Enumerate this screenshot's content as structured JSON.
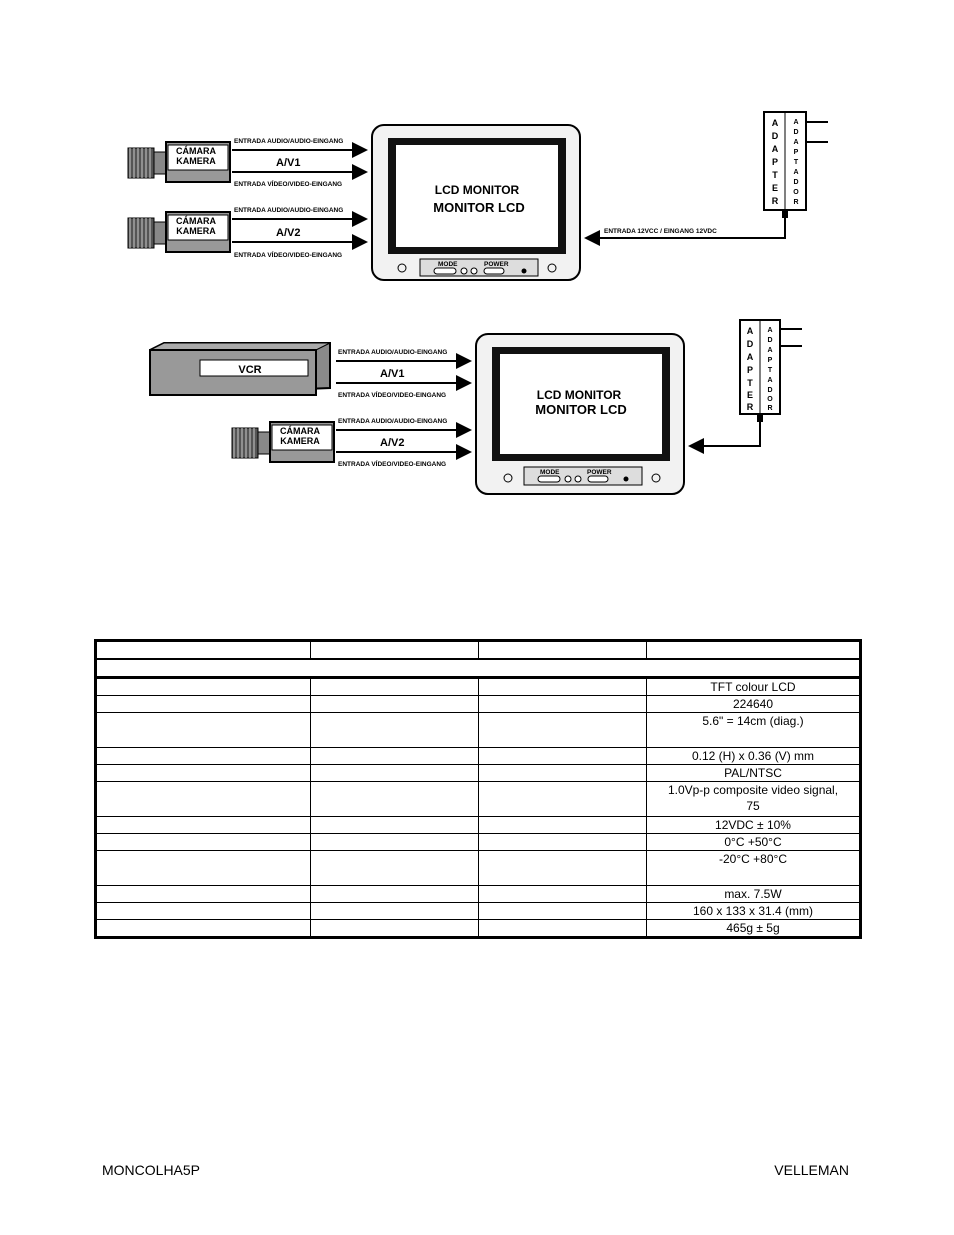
{
  "diagram1": {
    "camera_label_line1": "CÁMARA",
    "camera_label_line2": "KAMERA",
    "audio_input": "ENTRADA AUDIO/AUDIO-EINGANG",
    "video_input": "ENTRADA VÍDEO/VIDEO-EINGANG",
    "av1": "A/V1",
    "av2": "A/V2",
    "monitor_line1": "LCD MONITOR",
    "monitor_line2": "MONITOR LCD",
    "btn_mode": "MODE",
    "btn_power": "POWER",
    "power_input": "ENTRADA 12VCC / EINGANG 12VDC",
    "adapter_letters": [
      "A",
      "D",
      "A",
      "P",
      "T",
      "E",
      "R"
    ],
    "adaptador_letters": [
      "A",
      "D",
      "A",
      "P",
      "T",
      "A",
      "D",
      "O",
      "R"
    ]
  },
  "diagram2": {
    "vcr_label": "VCR",
    "camera_label_line1": "CÁMARA",
    "camera_label_line2": "KAMERA",
    "audio_input": "ENTRADA AUDIO/AUDIO-EINGANG",
    "video_input": "ENTRADA VÍDEO/VIDEO-EINGANG",
    "av1": "A/V1",
    "av2": "A/V2",
    "monitor_line1": "LCD MONITOR",
    "monitor_line2": "MONITOR LCD",
    "btn_mode": "MODE",
    "btn_power": "POWER",
    "adapter_letters": [
      "A",
      "D",
      "A",
      "P",
      "T",
      "E",
      "R"
    ],
    "adaptador_letters": [
      "A",
      "D",
      "A",
      "P",
      "T",
      "A",
      "D",
      "O",
      "R"
    ]
  },
  "specs": {
    "rows": [
      {
        "value": "TFT colour LCD",
        "tall": false
      },
      {
        "value": "224640",
        "tall": false
      },
      {
        "value": "5.6\" = 14cm (diag.)",
        "tall": true
      },
      {
        "value": "0.12 (H) x 0.36 (V) mm",
        "tall": false
      },
      {
        "value": "PAL/NTSC",
        "tall": false
      },
      {
        "value": "1.0Vp-p composite video signal,\n75",
        "tall": true
      },
      {
        "value": "12VDC  ± 10%",
        "tall": false
      },
      {
        "value": "0°C      +50°C",
        "tall": false
      },
      {
        "value": "-20°C      +80°C",
        "tall": true
      },
      {
        "value": "max. 7.5W",
        "tall": false
      },
      {
        "value": "160 x 133 x 31.4 (mm)",
        "tall": false
      },
      {
        "value": "465g ± 5g",
        "tall": false
      }
    ]
  },
  "footer": {
    "left": "MONCOLHA5P",
    "right": "VELLEMAN"
  }
}
